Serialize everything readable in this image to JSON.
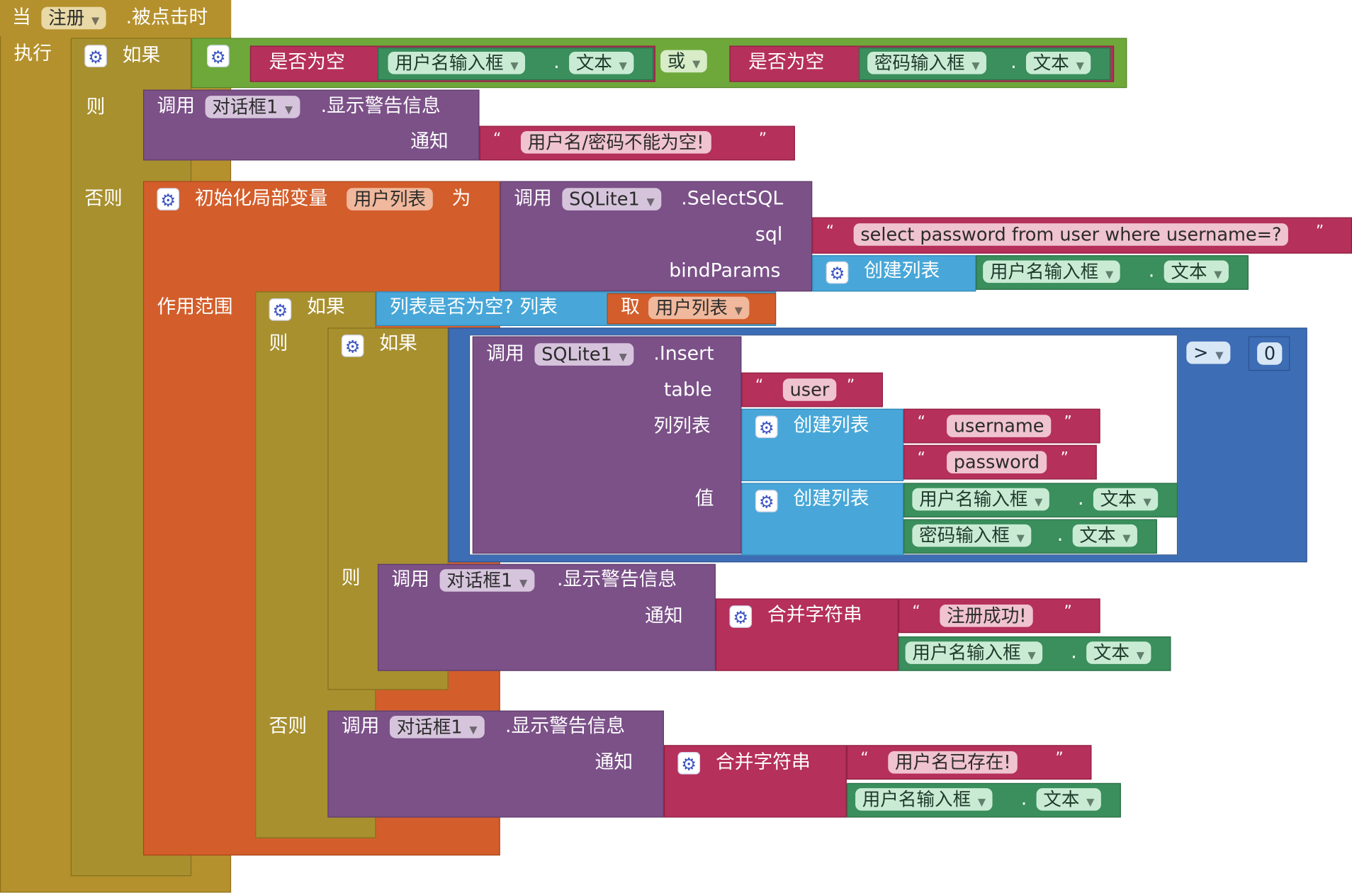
{
  "event": {
    "when": "当",
    "component": "注册",
    "event": ".被点击时",
    "do": "执行"
  },
  "kw": {
    "if": "如果",
    "then": "则",
    "else": "否则",
    "call": "调用",
    "notify": "通知",
    "is_empty": "是否为空",
    "or": "或",
    "init_local": "初始化局部变量",
    "as": "为",
    "scope": "作用范围",
    "make_list": "创建列表",
    "join": "合并字符串",
    "get": "取",
    "list_empty": "列表是否为空?  列表",
    "show_alert": ".显示警告信息",
    "dot": ".",
    "gt": ">",
    "zero": "0",
    "qopen": "“",
    "qclose": "”"
  },
  "components": {
    "username_box": "用户名输入框",
    "password_box": "密码输入框",
    "text_prop": "文本",
    "dialog": "对话框1",
    "sqlite": "SQLite1",
    "select_sql": ".SelectSQL",
    "insert": ".Insert"
  },
  "params": {
    "sql": "sql",
    "bind": "bindParams",
    "table": "table",
    "columns": "列列表",
    "values": "值"
  },
  "strings": {
    "empty_msg": "用户名/密码不能为空!",
    "sql_text": "select password from user where username=?",
    "table_name": "user",
    "col_username": "username",
    "col_password": "password",
    "success": "注册成功!",
    "exists": "用户名已存在!"
  },
  "variable": {
    "name": "用户列表"
  },
  "colors": {
    "event": "#b5912d",
    "control": "#a8902f",
    "procedure": "#7b5188",
    "text": "#b5305a",
    "logic": "#6fa83a",
    "variable": "#d35e2b",
    "list": "#48a7d8",
    "compare": "#3d6db5",
    "component": "#3a8f5c"
  }
}
